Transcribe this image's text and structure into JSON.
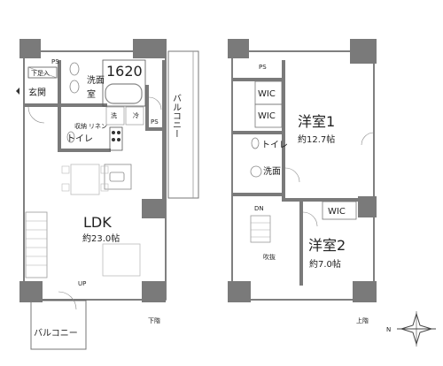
{
  "floor1": {
    "ps_top": "PS",
    "shoe_storage": "下足入",
    "entrance": "玄関",
    "washroom_line1": "洗面",
    "washroom_line2": "室",
    "bath_size": "1620",
    "washer": "洗",
    "fridge": "冷",
    "ps_side": "PS",
    "storage": "収納",
    "toilet": "トイレ",
    "linen": "リネン",
    "ldk": "LDK",
    "ldk_size": "約23.0帖",
    "balcony_right": "バルコニー",
    "up": "UP",
    "floor_label": "下階",
    "balcony_bottom": "バルコニー"
  },
  "floor2": {
    "ps": "PS",
    "wic1": "WIC",
    "wic2": "WIC",
    "room1": "洋室1",
    "room1_size": "約12.7帖",
    "toilet": "トイレ",
    "washroom": "洗面",
    "dn": "DN",
    "wic3": "WIC",
    "void": "吹抜",
    "room2": "洋室2",
    "room2_size": "約7.0帖",
    "floor_label": "上階"
  },
  "compass": {
    "label": "N"
  },
  "colors": {
    "wall": "#7a7a7a",
    "line": "#555555",
    "fixture": "#888888"
  }
}
